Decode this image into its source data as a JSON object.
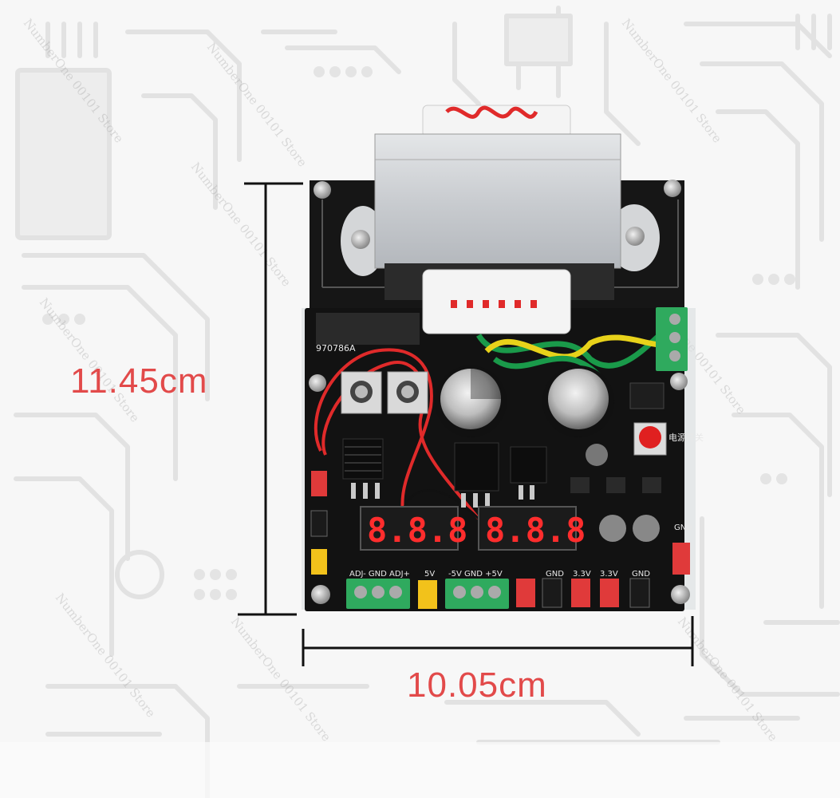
{
  "dimensions": {
    "height_label": "11.45cm",
    "width_label": "10.05cm",
    "color": "#e24a4a"
  },
  "watermark_text": "NumberOne 00101 Store",
  "board": {
    "part_number": "970786A",
    "displays": [
      "8.8.8",
      "8.8.8"
    ],
    "terminals": {
      "left": "ADJ- GND ADJ+",
      "jumper": "5V",
      "middle": "-5V GND +5V"
    },
    "headers": [
      "GND",
      "3.3V",
      "3.3V",
      "GND"
    ],
    "power_switch_label": "电源开关",
    "gnd_label": "GND"
  },
  "colors": {
    "pcb": "#141414",
    "terminal_green": "#2faa5e",
    "header_red": "#e03a3a",
    "header_yellow": "#f2c21b"
  }
}
